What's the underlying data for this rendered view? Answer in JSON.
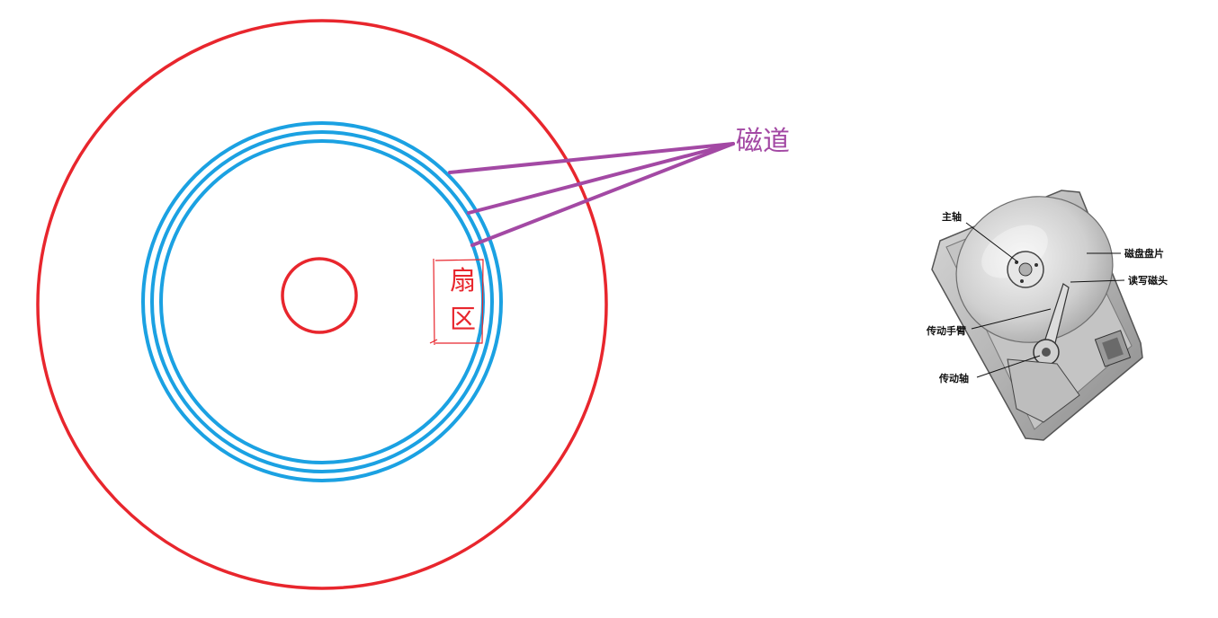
{
  "diagram": {
    "labels": {
      "track": "磁道",
      "sector_char_1": "扇",
      "sector_char_2": "区"
    },
    "colors": {
      "platter_edge": "#e8262d",
      "spindle_hole": "#e8262d",
      "tracks": "#1ba1e2",
      "track_pointer": "#a349a4",
      "sector_box": "#e8262d"
    }
  },
  "hdd_photo": {
    "labels": {
      "spindle": "主轴",
      "platter": "磁盘盘片",
      "head": "读写磁头",
      "actuator_arm": "传动手臂",
      "actuator_axis": "传动轴"
    }
  }
}
